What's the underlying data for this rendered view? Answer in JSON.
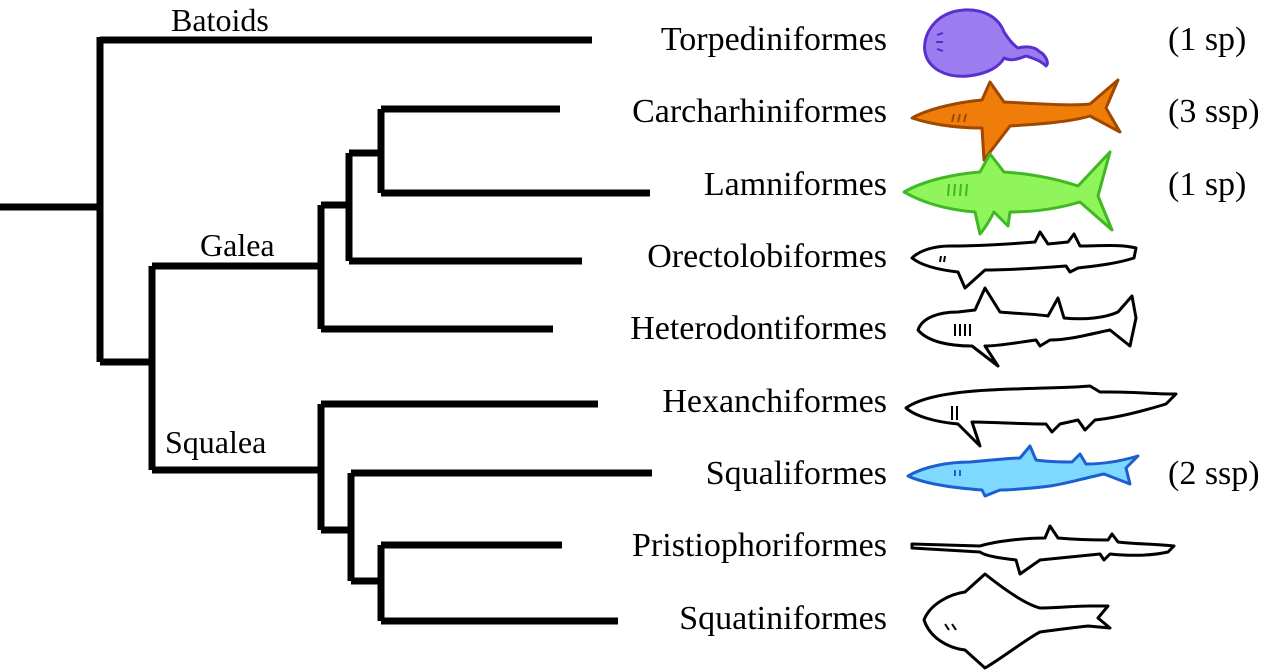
{
  "clades": {
    "batoids": "Batoids",
    "galea": "Galea",
    "squalea": "Squalea"
  },
  "taxa": [
    {
      "name": "Torpediniformes",
      "count": "(1 sp)",
      "color": "#9b7df0"
    },
    {
      "name": "Carcharhiniformes",
      "count": "(3 ssp)",
      "color": "#f07d0a"
    },
    {
      "name": "Lamniformes",
      "count": "(1 sp)",
      "color": "#8ff55a"
    },
    {
      "name": "Orectolobiformes",
      "count": "",
      "color": "#ffffff"
    },
    {
      "name": "Heterodontiformes",
      "count": "",
      "color": "#ffffff"
    },
    {
      "name": "Hexanchiformes",
      "count": "",
      "color": "#ffffff"
    },
    {
      "name": "Squaliformes",
      "count": "(2 ssp)",
      "color": "#7fd8ff"
    },
    {
      "name": "Pristiophoriformes",
      "count": "",
      "color": "#ffffff"
    },
    {
      "name": "Squatiniformes",
      "count": "",
      "color": "#ffffff"
    }
  ]
}
